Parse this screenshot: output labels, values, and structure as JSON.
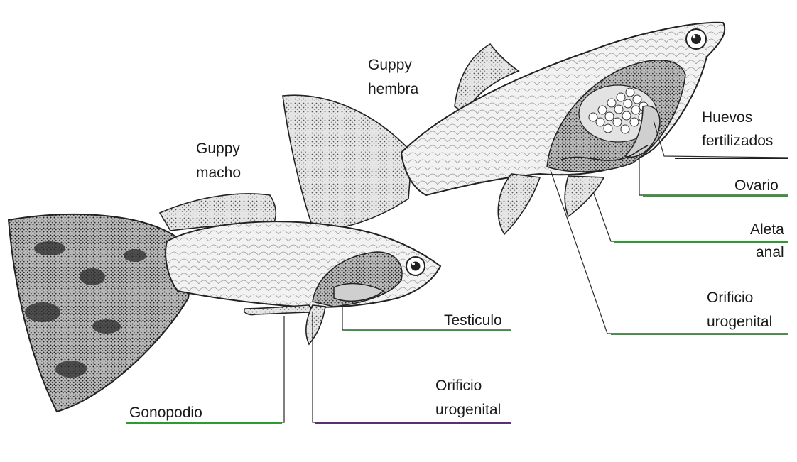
{
  "labels": {
    "female_title_1": "Guppy",
    "female_title_2": "hembra",
    "male_title_1": "Guppy",
    "male_title_2": "macho",
    "huevos_1": "Huevos",
    "huevos_2": "fertilizados",
    "ovario": "Ovario",
    "aleta_1": "Aleta",
    "aleta_2": "anal",
    "orificio_f_1": "Orificio",
    "orificio_f_2": "urogenital",
    "testiculo": "Testiculo",
    "orificio_m_1": "Orificio",
    "orificio_m_2": "urogenital",
    "gonopodio": "Gonopodio"
  },
  "colors": {
    "underline_green": "#2f9a2f",
    "underline_purple": "#5a2f7a",
    "underline_black": "#1e1e1e"
  }
}
